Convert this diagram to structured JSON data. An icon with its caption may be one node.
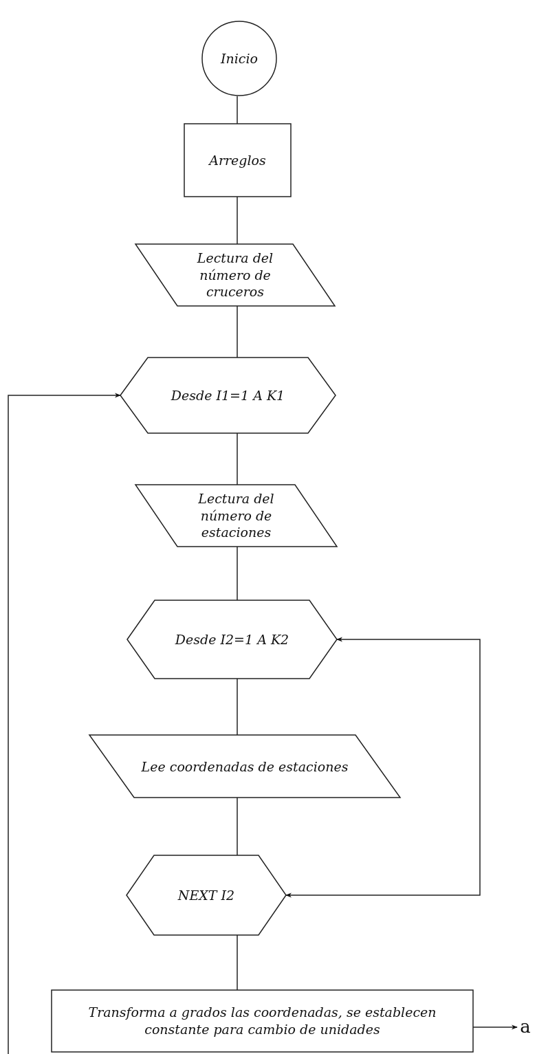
{
  "diagram": {
    "nodes": [
      {
        "text": [
          "Inicio"
        ]
      },
      {
        "text": [
          "Arreglos"
        ]
      },
      {
        "text": [
          "Lectura del número de cruceros"
        ]
      },
      {
        "text": [
          "Desde I1=1 A K1"
        ]
      },
      {
        "text": [
          "Lectura del número de estaciones"
        ]
      },
      {
        "text": [
          "Desde I2=1 A K2"
        ]
      },
      {
        "text": [
          "Lee coordenadas de estaciones"
        ]
      },
      {
        "text": [
          "NEXT I2"
        ]
      },
      {
        "text": [
          "Transforma a grados las coordenadas, se establecen constante para cambio de unidades"
        ]
      },
      {
        "text": [
          "a"
        ]
      }
    ],
    "edges": [
      {
        "from": 0,
        "to": 1,
        "arrow": "none"
      },
      {
        "from": 1,
        "to": 2,
        "arrow": "none"
      },
      {
        "from": 2,
        "to": 3,
        "arrow": "none"
      },
      {
        "from": 3,
        "to": 4,
        "arrow": "none"
      },
      {
        "from": 4,
        "to": 5,
        "arrow": "none"
      },
      {
        "from": 5,
        "to": 6,
        "arrow": "none"
      },
      {
        "from": 6,
        "to": 7,
        "arrow": "none"
      },
      {
        "from": 7,
        "to": 8,
        "arrow": "none"
      },
      {
        "from": 5,
        "to": 7,
        "arrow": "both"
      },
      {
        "from": null,
        "to": 3,
        "arrow": "to"
      },
      {
        "from": 8,
        "to": 9,
        "arrow": "to"
      }
    ]
  }
}
